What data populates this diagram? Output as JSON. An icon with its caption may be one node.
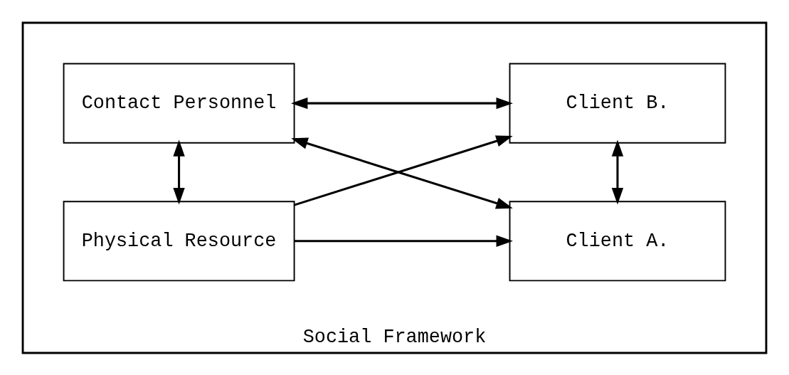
{
  "diagram": {
    "nodes": [
      {
        "text": [
          "Social Framework"
        ]
      },
      {
        "text": [
          "Physical Resource"
        ],
        "in": 0
      },
      {
        "text": [
          "Contact Personnel"
        ],
        "in": 0
      },
      {
        "text": [
          "Client A."
        ],
        "in": 0
      },
      {
        "text": [
          "Client B."
        ],
        "in": 0
      }
    ],
    "edges": [
      {
        "from": 1,
        "to": 3,
        "arrow": "to"
      },
      {
        "from": 1,
        "to": 4,
        "arrow": "to"
      },
      {
        "from": 1,
        "to": 2,
        "arrow": "both"
      },
      {
        "from": 2,
        "to": 3,
        "arrow": "both"
      },
      {
        "from": 3,
        "to": 4,
        "arrow": "both"
      },
      {
        "from": 2,
        "to": 4,
        "arrow": "both"
      }
    ]
  }
}
